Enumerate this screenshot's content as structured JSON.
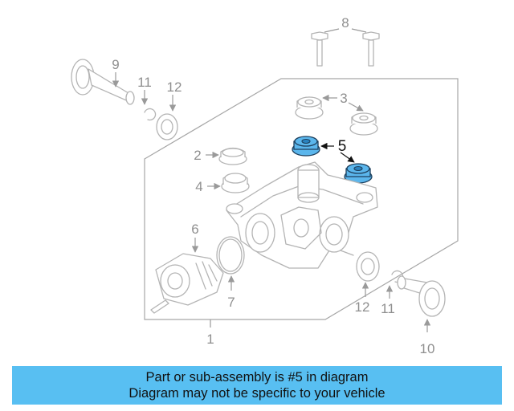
{
  "callouts": {
    "c1": "1",
    "c2": "2",
    "c3": "3",
    "c4": "4",
    "c5": "5",
    "c6": "6",
    "c7": "7",
    "c8": "8",
    "c9": "9",
    "c10": "10",
    "c11_upper": "11",
    "c11_lower": "11",
    "c12_upper": "12",
    "c12_lower": "12"
  },
  "highlight": {
    "part_number": "5",
    "color": "#58bff2"
  },
  "banner": {
    "line1": "Part or sub-assembly is #5 in diagram",
    "line2": "Diagram may not be specific to your vehicle"
  }
}
